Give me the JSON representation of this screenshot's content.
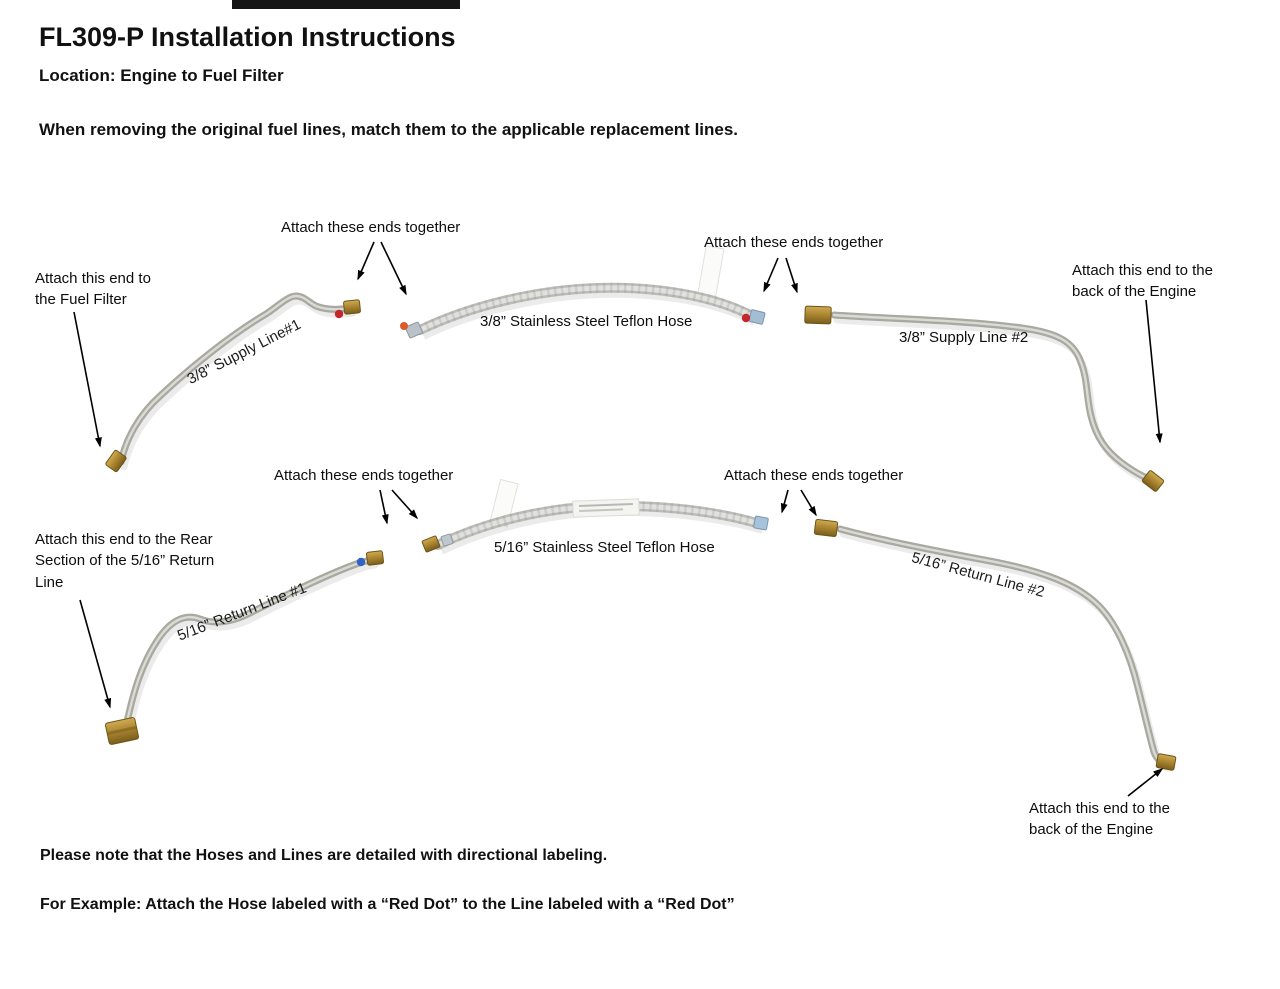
{
  "page": {
    "title": "FL309-P Installation Instructions",
    "location_line": "Location: Engine to Fuel Filter",
    "intro": "When removing the original fuel lines, match them to the applicable replacement lines.",
    "footer_note_1": "Please note that the Hoses and Lines are detailed with directional labeling.",
    "footer_note_2": "For Example: Attach the Hose labeled with a “Red Dot” to the Line labeled with a “Red Dot”"
  },
  "supply_assembly": {
    "attach_ends_left": "Attach these ends together",
    "attach_ends_right": "Attach these ends together",
    "attach_fuel_filter": "Attach this end to\nthe Fuel Filter",
    "line1_label": "3/8” Supply Line#1",
    "hose_label": "3/8” Stainless Steel Teflon Hose",
    "line2_label": "3/8” Supply Line #2",
    "attach_engine": "Attach this end to the\nback of the Engine"
  },
  "return_assembly": {
    "attach_ends_left": "Attach these ends together",
    "attach_ends_right": "Attach these ends together",
    "attach_rear_section": "Attach this end to the Rear\nSection of the 5/16” Return\nLine",
    "line1_label": "5/16” Return Line #1",
    "hose_label": "5/16” Stainless Steel Teflon Hose",
    "line2_label": "5/16” Return Line #2",
    "attach_engine": "Attach this end to the\nback of the Engine"
  },
  "colors": {
    "red_dot": "#c1272d",
    "blue_dot": "#2f62c4",
    "orange_dot": "#d95a2b",
    "brass_fitting": "#a8842f",
    "steel_line": "#a9a9a1",
    "teflon_hose": "#bcbcb7",
    "arrow": "#000000"
  }
}
